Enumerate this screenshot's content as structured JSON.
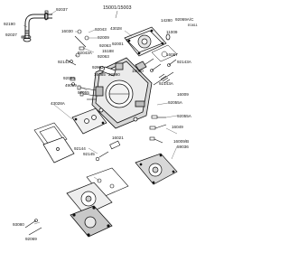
{
  "diagram": {
    "assembly_numbers": "15001/15003",
    "figure_code": "E0811",
    "part_labels": [
      "92037",
      "92190",
      "92037",
      "16030",
      "92043",
      "92009",
      "14280",
      "92069A/C",
      "11009",
      "43028",
      "92001",
      "15188",
      "92063",
      "92143A",
      "92143",
      "92063",
      "16087",
      "92043A",
      "92055",
      "49019",
      "92052",
      "92055",
      "16085",
      "15080",
      "22090",
      "92143A",
      "43028A",
      "92055A",
      "16009",
      "16021",
      "92055A",
      "16049",
      "16009/B",
      "59036",
      "92144",
      "92145",
      "93080",
      "92069"
    ]
  }
}
